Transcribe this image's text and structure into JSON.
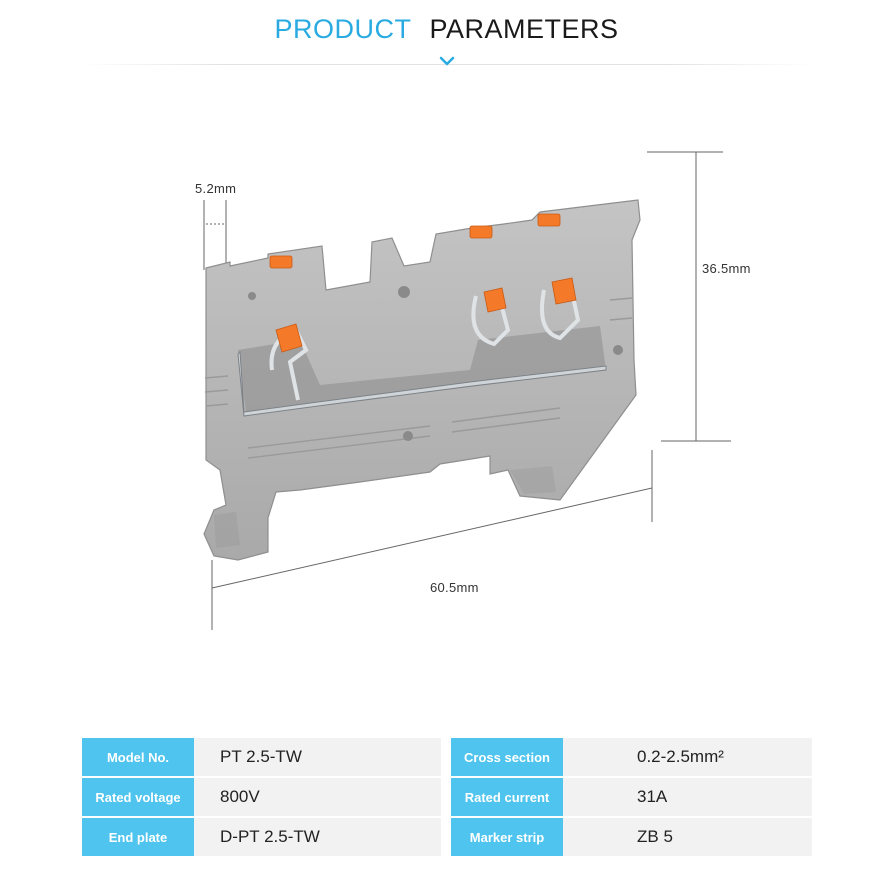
{
  "header": {
    "title_part1": "PRODUCT",
    "title_part2": "PARAMETERS"
  },
  "dimensions": {
    "width_top": "5.2mm",
    "height": "36.5mm",
    "length": "60.5mm"
  },
  "specs": [
    {
      "left_label": "Model No.",
      "left_value": "PT 2.5-TW",
      "right_label": "Cross section",
      "right_value": "0.2-2.5mm²"
    },
    {
      "left_label": "Rated voltage",
      "left_value": "800V",
      "right_label": "Rated current",
      "right_value": "31A"
    },
    {
      "left_label": "End plate",
      "left_value": "D-PT 2.5-TW",
      "right_label": "Marker strip",
      "right_value": "ZB 5"
    }
  ],
  "colors": {
    "accent": "#29abe2",
    "label_bg": "#4fc4ee",
    "value_bg": "#f2f2f2",
    "body_gray": "#b5b5b5",
    "release_orange": "#f47a2a"
  }
}
